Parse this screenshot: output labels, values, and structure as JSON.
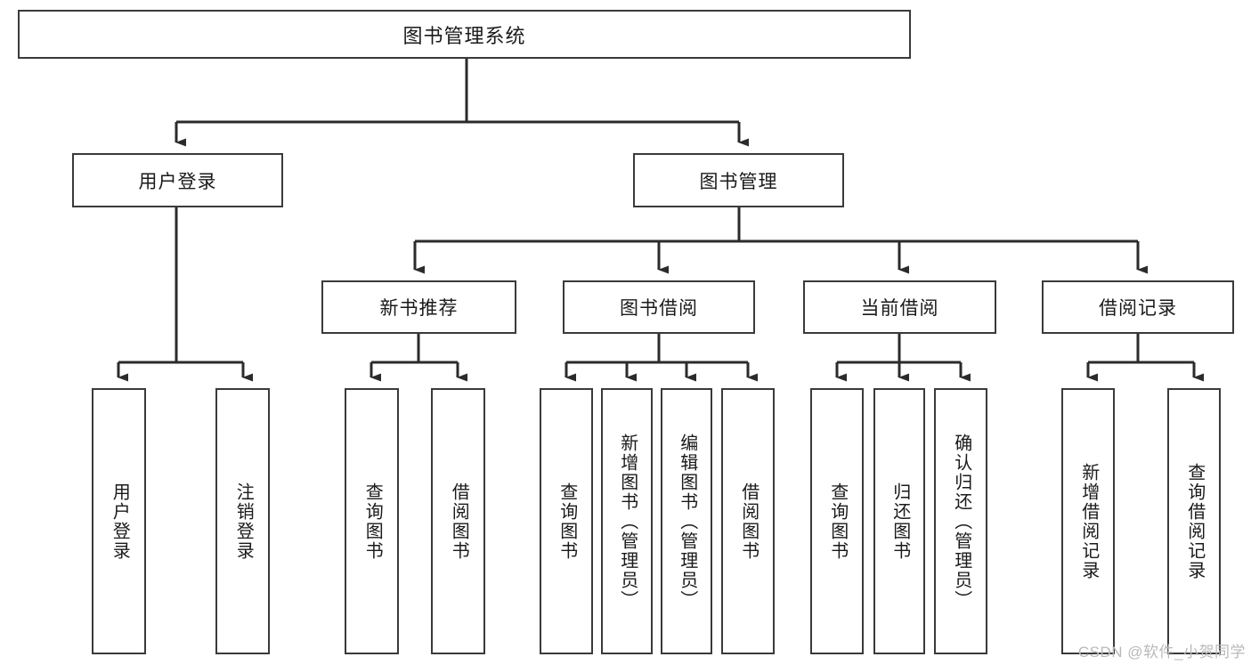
{
  "diagram": {
    "type": "tree-hierarchy",
    "title": "图书管理系统",
    "orientation": "top-down",
    "levels": 4,
    "colors": {
      "node_border": "#3a3a3a",
      "node_fill": "#ffffff",
      "edge": "#2b2b2b",
      "text": "#1a1a1a",
      "watermark": "#b9b9b9",
      "background": "#ffffff"
    }
  },
  "nodes": {
    "root": {
      "id": "root",
      "label": "图书管理系统",
      "level": 1,
      "orientation": "horizontal"
    },
    "level2": [
      {
        "id": "user-login",
        "label": "用户登录",
        "level": 2,
        "orientation": "horizontal"
      },
      {
        "id": "book-management",
        "label": "图书管理",
        "level": 2,
        "orientation": "horizontal"
      }
    ],
    "level3": [
      {
        "id": "new-book-recommend",
        "label": "新书推荐",
        "level": 3,
        "orientation": "horizontal",
        "parent": "book-management"
      },
      {
        "id": "book-borrow",
        "label": "图书借阅",
        "level": 3,
        "orientation": "horizontal",
        "parent": "book-management"
      },
      {
        "id": "current-borrow",
        "label": "当前借阅",
        "level": 3,
        "orientation": "horizontal",
        "parent": "book-management"
      },
      {
        "id": "borrow-record",
        "label": "借阅记录",
        "level": 3,
        "orientation": "horizontal",
        "parent": "book-management"
      }
    ],
    "leaves": [
      {
        "id": "leaf-user-login",
        "label": "用户登录",
        "orientation": "vertical",
        "parent": "user-login"
      },
      {
        "id": "leaf-logout",
        "label": "注销登录",
        "orientation": "vertical",
        "parent": "user-login"
      },
      {
        "id": "leaf-query-book-1",
        "label": "查询图书",
        "orientation": "vertical",
        "parent": "new-book-recommend"
      },
      {
        "id": "leaf-borrow-book-1",
        "label": "借阅图书",
        "orientation": "vertical",
        "parent": "new-book-recommend"
      },
      {
        "id": "leaf-query-book-2",
        "label": "查询图书",
        "orientation": "vertical",
        "parent": "book-borrow"
      },
      {
        "id": "leaf-add-book",
        "label": "新增图书（管理员）",
        "orientation": "vertical",
        "parent": "book-borrow"
      },
      {
        "id": "leaf-edit-book",
        "label": "编辑图书（管理员）",
        "orientation": "vertical",
        "parent": "book-borrow"
      },
      {
        "id": "leaf-borrow-book-2",
        "label": "借阅图书",
        "orientation": "vertical",
        "parent": "book-borrow"
      },
      {
        "id": "leaf-query-book-3",
        "label": "查询图书",
        "orientation": "vertical",
        "parent": "current-borrow"
      },
      {
        "id": "leaf-return-book",
        "label": "归还图书",
        "orientation": "vertical",
        "parent": "current-borrow"
      },
      {
        "id": "leaf-confirm-return",
        "label": "确认归还（管理员）",
        "orientation": "vertical",
        "parent": "current-borrow"
      },
      {
        "id": "leaf-add-record",
        "label": "新增借阅记录",
        "orientation": "vertical",
        "parent": "borrow-record"
      },
      {
        "id": "leaf-query-record",
        "label": "查询借阅记录",
        "orientation": "vertical",
        "parent": "borrow-record"
      }
    ]
  },
  "watermark": {
    "text": "CSDN @软件_小贺同学"
  }
}
